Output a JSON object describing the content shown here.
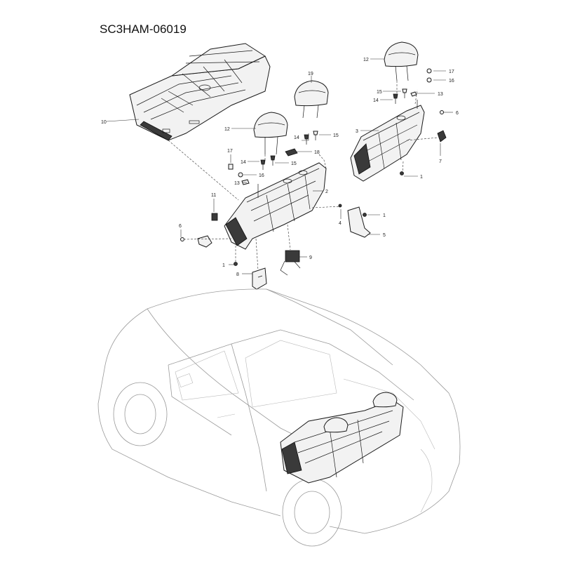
{
  "diagram_id": "SC3HAM-06019",
  "callouts": {
    "c10": "10",
    "c19": "19",
    "c12a": "12",
    "c12b": "12",
    "c17a": "17",
    "c16a": "16",
    "c15a": "15",
    "c13a": "13",
    "c14a": "14",
    "c6a": "6",
    "c3": "3",
    "c7": "7",
    "c1a": "1",
    "c15b": "15",
    "c14b": "14",
    "c18": "18",
    "c17b": "17",
    "c15c": "15",
    "c16b": "16",
    "c13b": "13",
    "c2": "2",
    "c11": "11",
    "c4": "4",
    "c1b": "1",
    "c5": "5",
    "c6b": "6",
    "c9": "9",
    "c1c": "1",
    "c8": "8"
  }
}
